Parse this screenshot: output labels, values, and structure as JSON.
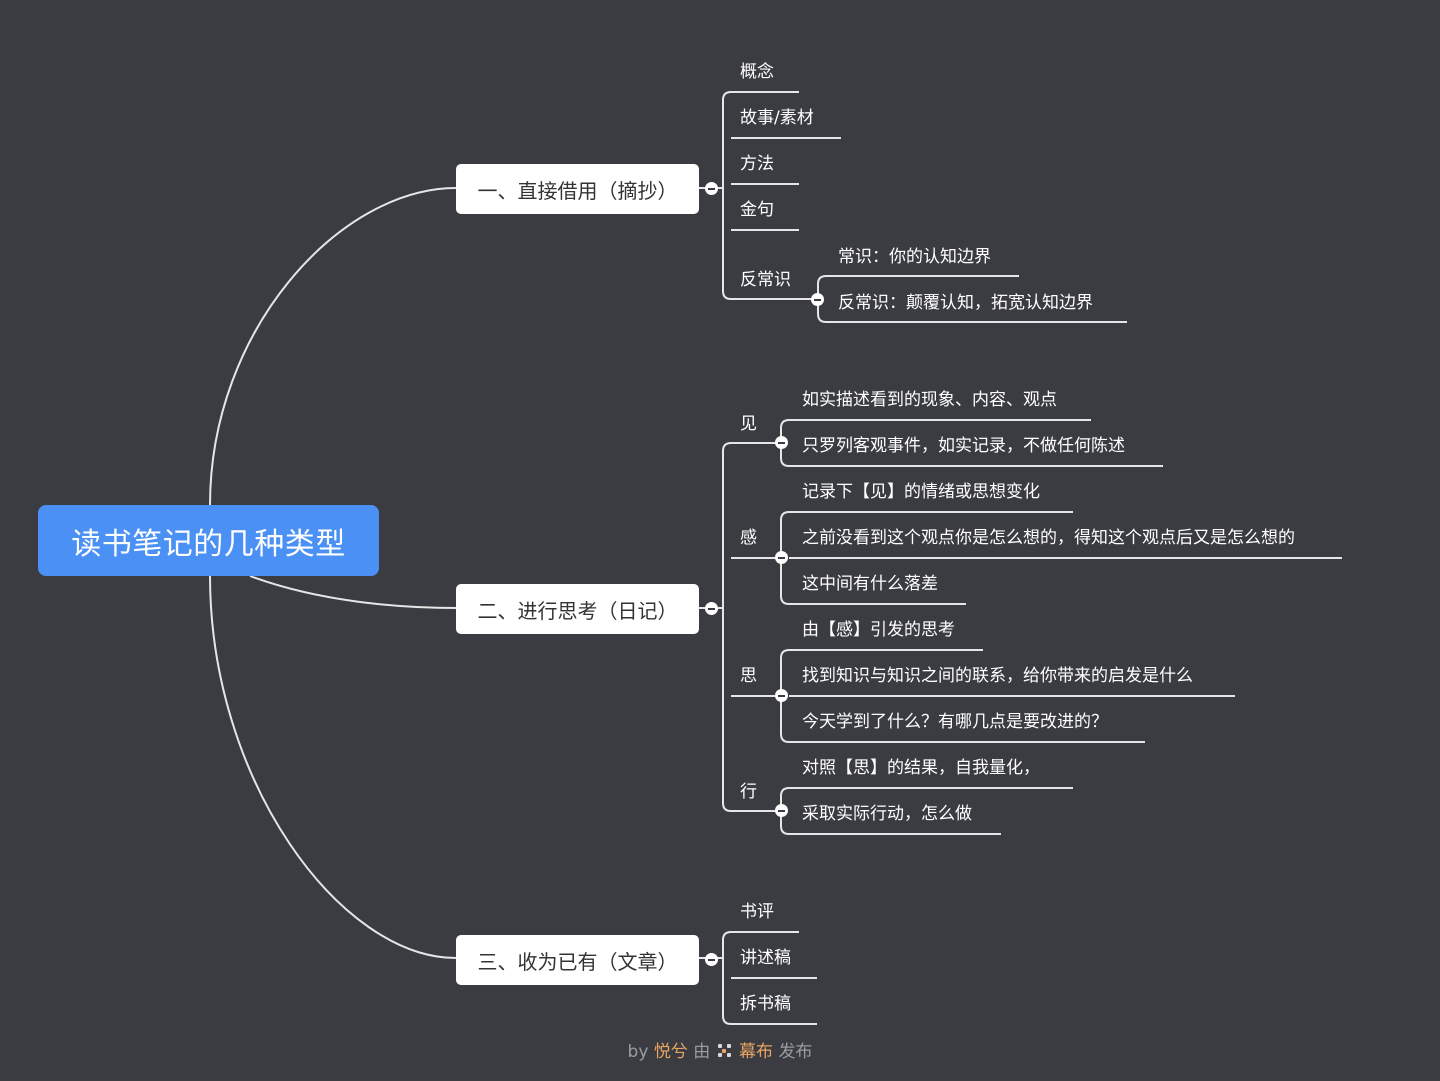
{
  "root": {
    "label": "读书笔记的几种类型"
  },
  "branches": [
    {
      "label": "一、直接借用（摘抄）",
      "children": [
        {
          "label": "概念"
        },
        {
          "label": "故事/素材"
        },
        {
          "label": "方法"
        },
        {
          "label": "金句"
        },
        {
          "label": "反常识",
          "children": [
            {
              "label": "常识：你的认知边界"
            },
            {
              "label": "反常识：颠覆认知，拓宽认知边界"
            }
          ]
        }
      ]
    },
    {
      "label": "二、进行思考（日记）",
      "children": [
        {
          "label": "见",
          "children": [
            {
              "label": "如实描述看到的现象、内容、观点"
            },
            {
              "label": "只罗列客观事件，如实记录，不做任何陈述"
            }
          ]
        },
        {
          "label": "感",
          "children": [
            {
              "label": "记录下【见】的情绪或思想变化"
            },
            {
              "label": "之前没看到这个观点你是怎么想的，得知这个观点后又是怎么想的"
            },
            {
              "label": "这中间有什么落差"
            }
          ]
        },
        {
          "label": "思",
          "children": [
            {
              "label": "由【感】引发的思考"
            },
            {
              "label": "找到知识与知识之间的联系，给你带来的启发是什么"
            },
            {
              "label": "今天学到了什么？有哪几点是要改进的？"
            }
          ]
        },
        {
          "label": "行",
          "children": [
            {
              "label": "对照【思】的结果，自我量化，"
            },
            {
              "label": "采取实际行动，怎么做"
            }
          ]
        }
      ]
    },
    {
      "label": "三、收为已有（文章）",
      "children": [
        {
          "label": "书评"
        },
        {
          "label": "讲述稿"
        },
        {
          "label": "拆书稿"
        }
      ]
    }
  ],
  "footer": {
    "by": "by",
    "author": "悦兮",
    "via": "由",
    "brand": "幕布",
    "publish": "发布"
  },
  "colors": {
    "background": "#3a3c42",
    "root": "#4a90f5",
    "line": "#e6e6e6",
    "accent": "#e8a561"
  }
}
